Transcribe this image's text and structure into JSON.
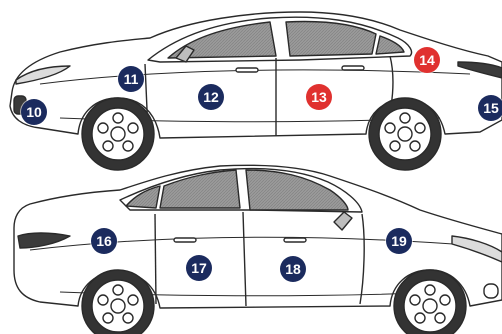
{
  "colors": {
    "navy": "#1b2b5e",
    "red": "#e0312f",
    "body_fill": "#ffffff",
    "outline": "#2a2a2a",
    "glass": "#8f8f8f"
  },
  "top_car": {
    "markers": [
      {
        "label": "10",
        "color": "navy"
      },
      {
        "label": "11",
        "color": "navy"
      },
      {
        "label": "12",
        "color": "navy"
      },
      {
        "label": "13",
        "color": "red"
      },
      {
        "label": "14",
        "color": "red"
      },
      {
        "label": "15",
        "color": "navy"
      }
    ]
  },
  "bottom_car": {
    "markers": [
      {
        "label": "16",
        "color": "navy"
      },
      {
        "label": "17",
        "color": "navy"
      },
      {
        "label": "18",
        "color": "navy"
      },
      {
        "label": "19",
        "color": "navy"
      }
    ]
  }
}
